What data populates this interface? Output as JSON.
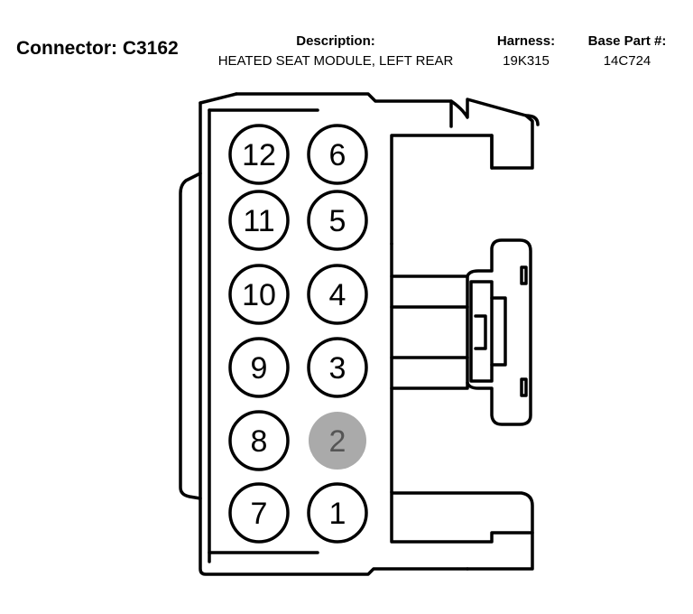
{
  "header": {
    "connector_title": "Connector: C3162",
    "description_label": "Description:",
    "description_value": "HEATED SEAT MODULE, LEFT REAR",
    "harness_label": "Harness:",
    "harness_value": "19K315",
    "base_part_label": "Base Part #:",
    "base_part_value": "14C724"
  },
  "colors": {
    "highlight": "#aaaaaa",
    "line": "#000000"
  },
  "pins": [
    {
      "id": "12",
      "label": "12",
      "highlighted": false
    },
    {
      "id": "6",
      "label": "6",
      "highlighted": false
    },
    {
      "id": "11",
      "label": "11",
      "highlighted": false
    },
    {
      "id": "5",
      "label": "5",
      "highlighted": false
    },
    {
      "id": "10",
      "label": "10",
      "highlighted": false
    },
    {
      "id": "4",
      "label": "4",
      "highlighted": false
    },
    {
      "id": "9",
      "label": "9",
      "highlighted": false
    },
    {
      "id": "3",
      "label": "3",
      "highlighted": false
    },
    {
      "id": "8",
      "label": "8",
      "highlighted": false
    },
    {
      "id": "2",
      "label": "2",
      "highlighted": true
    },
    {
      "id": "7",
      "label": "7",
      "highlighted": false
    },
    {
      "id": "1",
      "label": "1",
      "highlighted": false
    }
  ]
}
